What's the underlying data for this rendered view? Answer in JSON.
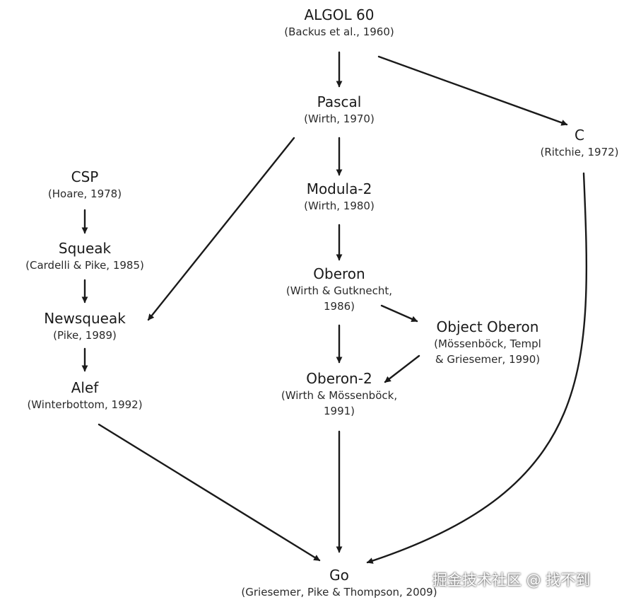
{
  "diagram": {
    "nodes": {
      "algol60": {
        "name": "ALGOL 60",
        "cite": [
          "(Backus et al., 1960)"
        ]
      },
      "pascal": {
        "name": "Pascal",
        "cite": [
          "(Wirth, 1970)"
        ]
      },
      "c": {
        "name": "C",
        "cite": [
          "(Ritchie, 1972)"
        ]
      },
      "csp": {
        "name": "CSP",
        "cite": [
          "(Hoare, 1978)"
        ]
      },
      "modula2": {
        "name": "Modula-2",
        "cite": [
          "(Wirth, 1980)"
        ]
      },
      "squeak": {
        "name": "Squeak",
        "cite": [
          "(Cardelli & Pike, 1985)"
        ]
      },
      "oberon": {
        "name": "Oberon",
        "cite": [
          "(Wirth & Gutknecht,",
          "1986)"
        ]
      },
      "newsqueak": {
        "name": "Newsqueak",
        "cite": [
          "(Pike, 1989)"
        ]
      },
      "object_oberon": {
        "name": "Object Oberon",
        "cite": [
          "(Mössenböck, Templ",
          "& Griesemer, 1990)"
        ]
      },
      "oberon2": {
        "name": "Oberon-2",
        "cite": [
          "(Wirth & Mössenböck,",
          "1991)"
        ]
      },
      "alef": {
        "name": "Alef",
        "cite": [
          "(Winterbottom, 1992)"
        ]
      },
      "go": {
        "name": "Go",
        "cite": [
          "(Griesemer, Pike & Thompson, 2009)"
        ]
      }
    },
    "edges": [
      {
        "from": "algol60",
        "to": "pascal"
      },
      {
        "from": "algol60",
        "to": "c"
      },
      {
        "from": "pascal",
        "to": "modula2"
      },
      {
        "from": "pascal",
        "to": "newsqueak"
      },
      {
        "from": "modula2",
        "to": "oberon"
      },
      {
        "from": "oberon",
        "to": "object_oberon"
      },
      {
        "from": "oberon",
        "to": "oberon2"
      },
      {
        "from": "object_oberon",
        "to": "oberon2"
      },
      {
        "from": "csp",
        "to": "squeak"
      },
      {
        "from": "squeak",
        "to": "newsqueak"
      },
      {
        "from": "newsqueak",
        "to": "alef"
      },
      {
        "from": "alef",
        "to": "go"
      },
      {
        "from": "oberon2",
        "to": "go"
      },
      {
        "from": "c",
        "to": "go"
      }
    ],
    "colors": {
      "ink": "#1a1a1a"
    }
  },
  "watermark": {
    "text": "掘金技术社区 @ 找不到"
  }
}
